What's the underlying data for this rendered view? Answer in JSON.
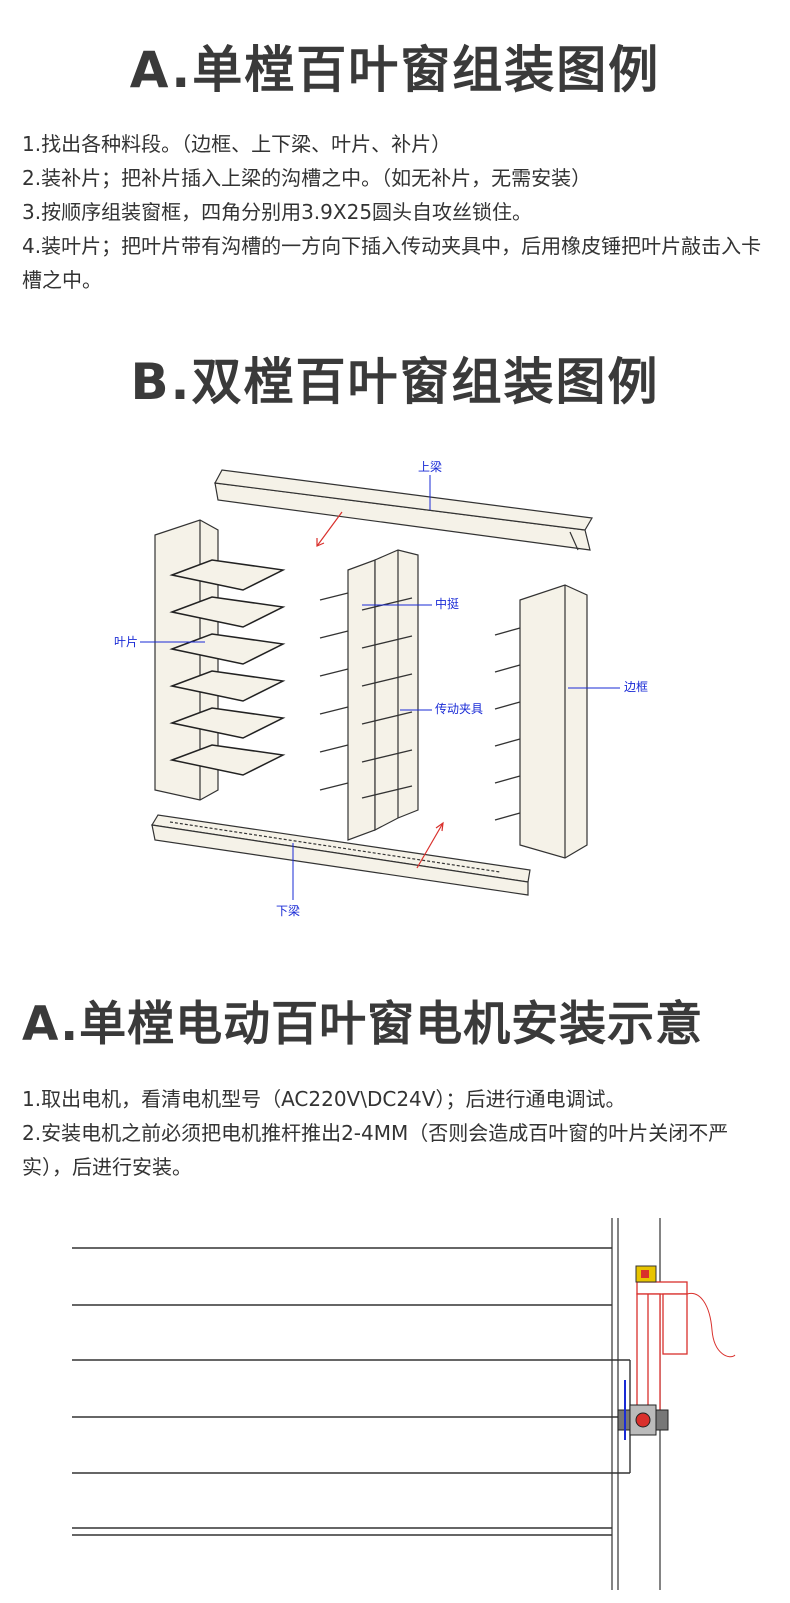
{
  "section_a": {
    "title": "A.单樘百叶窗组装图例",
    "steps": [
      "1.找出各种料段。（边框、上下梁、叶片、补片）",
      "2.装补片；把补片插入上梁的沟槽之中。（如无补片，无需安装）",
      "3.按顺序组装窗框，四角分别用3.9X25圆头自攻丝锁住。",
      "4.装叶片；把叶片带有沟槽的一方向下插入传动夹具中，后用橡皮锤把叶片敲击入卡槽之中。"
    ]
  },
  "section_b": {
    "title": "B.双樘百叶窗组装图例",
    "diagram_labels": {
      "top_beam": "上梁",
      "middle": "中挺",
      "blade": "叶片",
      "frame": "边框",
      "drive_clamp": "传动夹具",
      "bottom_beam": "下梁"
    }
  },
  "section_c": {
    "title": "A.单樘电动百叶窗电机安装示意",
    "steps": [
      "1.取出电机，看清电机型号（AC220V\\DC24V）；后进行通电调试。",
      "2.安装电机之前必须把电机推杆推出2-4MM（否则会造成百叶窗的叶片关闭不严实），后进行安装。"
    ]
  },
  "colors": {
    "label_blue": "#1a2bd6",
    "motor_red": "#d9302c",
    "arrow_red": "#d9302c",
    "frame_fill": "#f5f2e8"
  }
}
